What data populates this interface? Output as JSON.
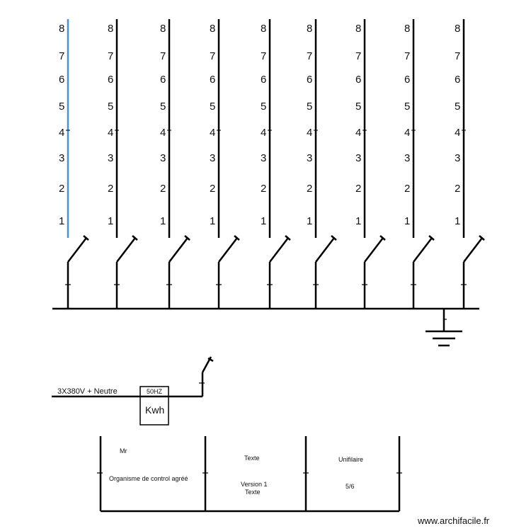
{
  "circuits": [
    {
      "labels": [
        "8",
        "7",
        "6",
        "5",
        "4",
        "3",
        "2",
        "1"
      ],
      "color": "#4a90d9"
    },
    {
      "labels": [
        "8",
        "7",
        "6",
        "5",
        "4",
        "3",
        "2",
        "1"
      ],
      "color": "#000000"
    },
    {
      "labels": [
        "8",
        "7",
        "6",
        "5",
        "4",
        "3",
        "2",
        "1"
      ],
      "color": "#000000"
    },
    {
      "labels": [
        "8",
        "7",
        "6",
        "5",
        "4",
        "3",
        "2",
        "1"
      ],
      "color": "#000000"
    },
    {
      "labels": [
        "8",
        "7",
        "6",
        "5",
        "4",
        "3",
        "2",
        "1"
      ],
      "color": "#000000"
    },
    {
      "labels": [
        "8",
        "7",
        "6",
        "5",
        "4",
        "3",
        "2",
        "1"
      ],
      "color": "#000000"
    },
    {
      "labels": [
        "8",
        "7",
        "6",
        "5",
        "4",
        "3",
        "2",
        "1"
      ],
      "color": "#000000"
    },
    {
      "labels": [
        "8",
        "7",
        "6",
        "5",
        "4",
        "3",
        "2",
        "1"
      ],
      "color": "#000000"
    },
    {
      "labels": [
        "8",
        "7",
        "6",
        "5",
        "4",
        "3",
        "2",
        "1"
      ],
      "color": "#000000"
    }
  ],
  "supply": {
    "label": "3X380V + Neutre",
    "frequency": "50HZ",
    "meter": "Kwh"
  },
  "title_block": {
    "cell1_top": "Mr",
    "cell1_bottom": "Organisme de control agréé",
    "cell2_top": "Texte",
    "cell2_mid": "Version 1",
    "cell2_bottom": "Texte",
    "cell3_top": "Unifilaire",
    "cell3_bottom": "5/6"
  },
  "watermark": "www.archifacile.fr"
}
